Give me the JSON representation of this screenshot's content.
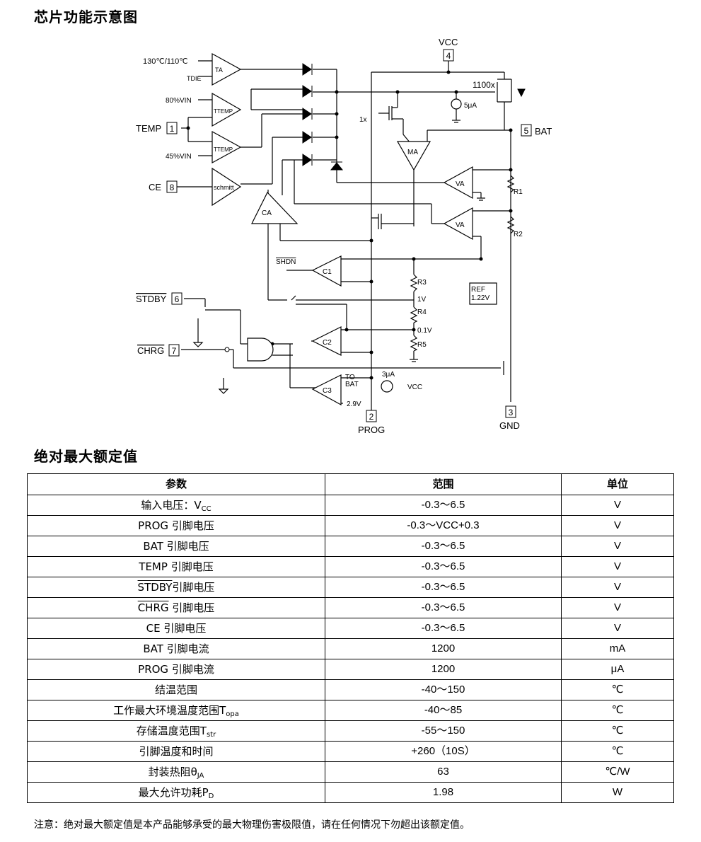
{
  "sections": {
    "diagram_title": "芯片功能示意图",
    "table_title": "绝对最大额定值"
  },
  "diagram": {
    "pins": [
      {
        "num": "4",
        "name": "VCC"
      },
      {
        "num": "5",
        "name": "BAT"
      },
      {
        "num": "1",
        "name": "TEMP"
      },
      {
        "num": "8",
        "name": "CE"
      },
      {
        "num": "6",
        "name": "STDBY"
      },
      {
        "num": "7",
        "name": "CHRG"
      },
      {
        "num": "2",
        "name": "PROG"
      },
      {
        "num": "3",
        "name": "GND"
      }
    ],
    "labels": {
      "ta_in": "130℃/110℃",
      "ta": "TA",
      "tdie": "TDIE",
      "v80": "80%VIN",
      "v45": "45%VIN",
      "ttemp": "TTEMP",
      "schmitt": "schmitt",
      "ca": "CA",
      "ma": "MA",
      "va": "VA",
      "c1": "C1",
      "c2": "C2",
      "c3": "C3",
      "shdn": "SHDN",
      "ratio_big": "1100x",
      "ratio_small": "1x",
      "isrc1": "5μA",
      "isrc2": "3μA",
      "vcc_src": "VCC",
      "r1": "R1",
      "r2": "R2",
      "r3": "R3",
      "r4": "R4",
      "r5": "R5",
      "v1": "1V",
      "v01": "0.1V",
      "ref1": "REF",
      "ref2": "1.22V",
      "to": "TO",
      "bat": "BAT",
      "v29": "2.9V"
    }
  },
  "ratings": {
    "headers": [
      "参数",
      "范围",
      "单位"
    ],
    "rows": [
      {
        "param": "输入电压：V",
        "sub": "CC",
        "range": "-0.3～6.5",
        "unit": "V"
      },
      {
        "param": "PROG 引脚电压",
        "range": "-0.3～VCC+0.3",
        "unit": "V"
      },
      {
        "param": "BAT 引脚电压",
        "range": "-0.3～6.5",
        "unit": "V"
      },
      {
        "param": "TEMP 引脚电压",
        "range": "-0.3～6.5",
        "unit": "V"
      },
      {
        "param_ov": "STDBY",
        "param": "引脚电压",
        "range": "-0.3～6.5",
        "unit": "V"
      },
      {
        "param_ov": "CHRG",
        "param": " 引脚电压",
        "range": "-0.3～6.5",
        "unit": "V"
      },
      {
        "param": "CE 引脚电压",
        "range": "-0.3～6.5",
        "unit": "V"
      },
      {
        "param": "BAT 引脚电流",
        "range": "1200",
        "unit": "mA"
      },
      {
        "param": "PROG 引脚电流",
        "range": "1200",
        "unit": "μA"
      },
      {
        "param": "结温范围",
        "range": "-40～150",
        "unit": "℃"
      },
      {
        "param": "工作最大环境温度范围T",
        "sub": "opa",
        "range": "-40～85",
        "unit": "℃"
      },
      {
        "param": "存储温度范围T",
        "sub": "str",
        "range": "-55～150",
        "unit": "℃"
      },
      {
        "param": "引脚温度和时间",
        "range": "+260（10S）",
        "unit": "℃"
      },
      {
        "param": "封装热阻θ",
        "sub": "JA",
        "range": "63",
        "unit": "℃/W"
      },
      {
        "param": "最大允许功耗P",
        "sub": "D",
        "range": "1.98",
        "unit": "W"
      }
    ]
  },
  "note": "注意：绝对最大额定值是本产品能够承受的最大物理伤害极限值，请在任何情况下勿超出该额定值。"
}
